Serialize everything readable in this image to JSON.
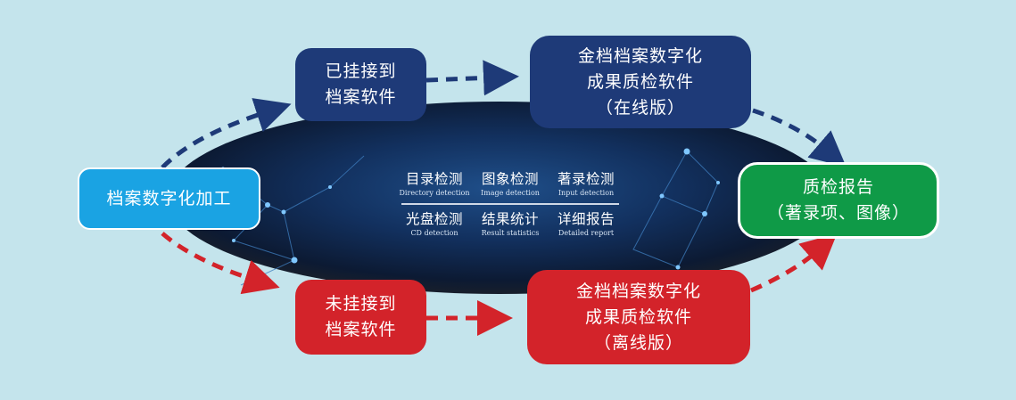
{
  "colors": {
    "background": "#c4e4ec",
    "navy": "#1e3a78",
    "red": "#d3232a",
    "green": "#0f9a47",
    "light_blue": "#1aa3e3"
  },
  "nodes": {
    "start": {
      "lines": [
        "档案数字化加工"
      ]
    },
    "connected_software": {
      "lines": [
        "已挂接到",
        "档案软件"
      ]
    },
    "online_qc": {
      "lines": [
        "金档档案数字化",
        "成果质检软件",
        "（在线版）"
      ]
    },
    "report": {
      "lines": [
        "质检报告",
        "（著录项、图像）"
      ]
    },
    "unconnected_software": {
      "lines": [
        "未挂接到",
        "档案软件"
      ]
    },
    "offline_qc": {
      "lines": [
        "金档档案数字化",
        "成果质检软件",
        "（离线版）"
      ]
    }
  },
  "features": [
    {
      "cn": "目录检测",
      "en": "Directory detection"
    },
    {
      "cn": "图象检测",
      "en": "Image detection"
    },
    {
      "cn": "著录检测",
      "en": "Input detection"
    },
    {
      "cn": "光盘检测",
      "en": "CD detection"
    },
    {
      "cn": "结果统计",
      "en": "Result statistics"
    },
    {
      "cn": "详细报告",
      "en": "Detailed report"
    }
  ]
}
